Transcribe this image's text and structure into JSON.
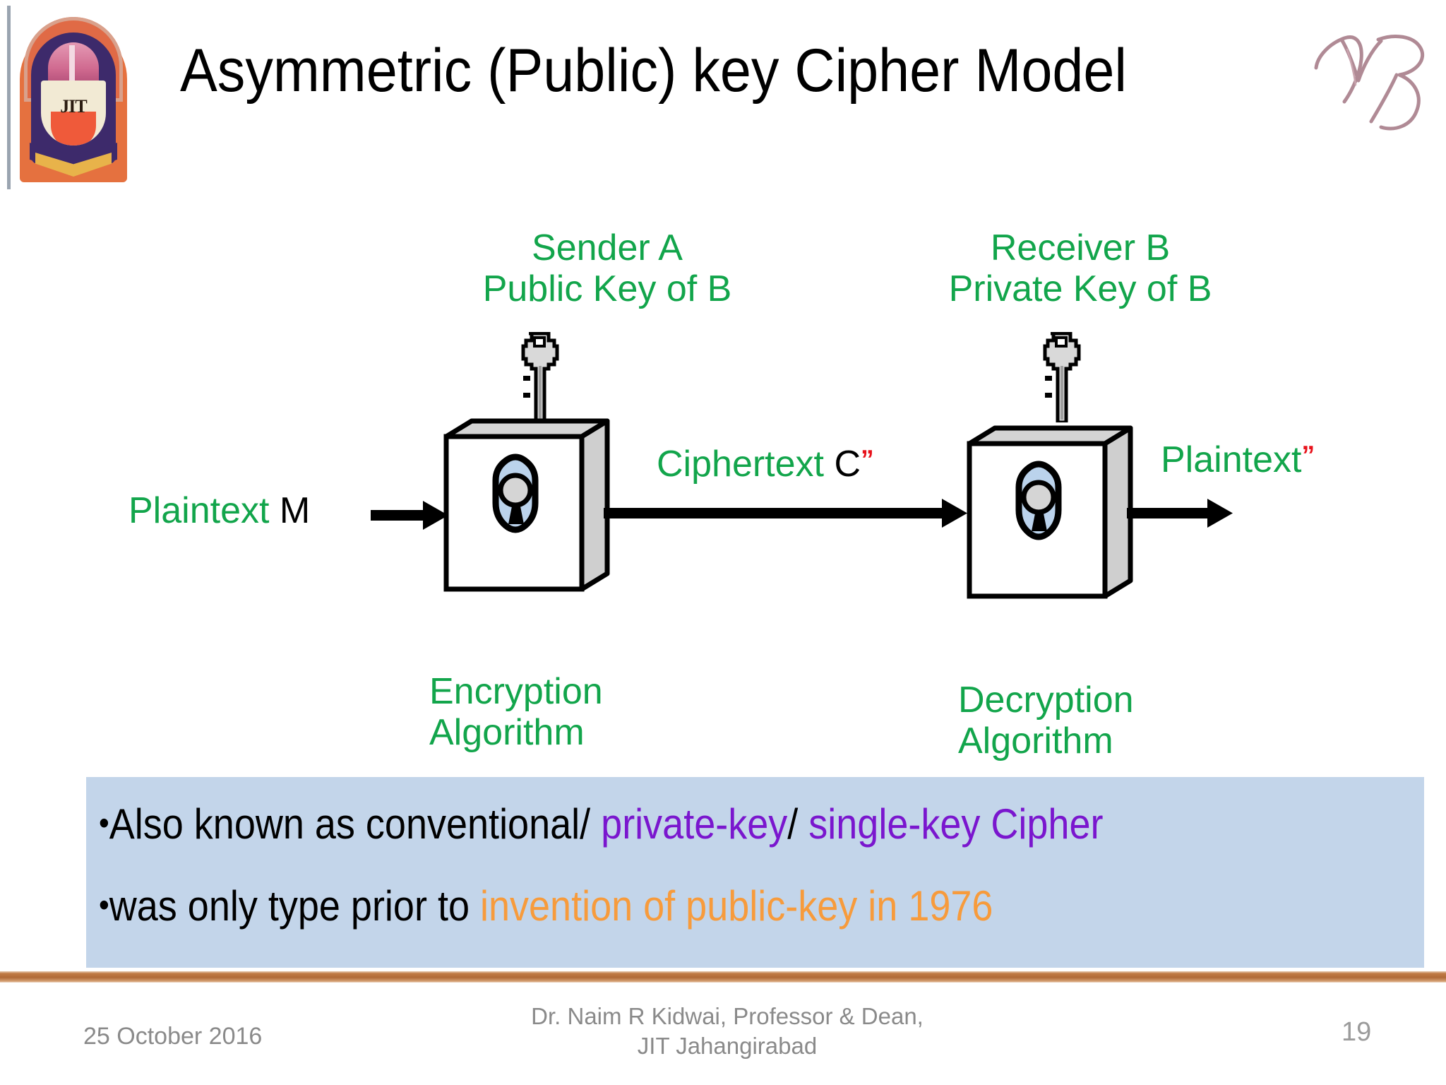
{
  "slide": {
    "title": "Asymmetric (Public) key Cipher Model",
    "logo_alt": "JIT crest logo",
    "logo_text": "JIT",
    "signature_alt": "handwritten NR signature"
  },
  "diagram": {
    "sender_label": "Sender  A\nPublic Key of B",
    "receiver_label": "Receiver B\nPrivate Key of B",
    "plaintext_in_green": "Plaintext ",
    "plaintext_in_symbol": "M",
    "ciphertext_green": "Ciphertext ",
    "ciphertext_symbol": "C",
    "ciphertext_quote": "”",
    "plaintext_out_green": "Plaintext",
    "plaintext_out_quote": "”",
    "encryption_label": "Encryption\nAlgorithm",
    "decryption_label": "Decryption\nAlgorithm",
    "key_icon_name": "key-icon",
    "box_icon_name": "lock-box-icon",
    "colors": {
      "green": "#12A54B",
      "red_quote": "#E8121B",
      "box_face": "#FFFFFF",
      "box_shade": "#D6D6D6",
      "keyhole_blue": "#BBD3EC",
      "arrow": "#000000"
    }
  },
  "bullets": {
    "panel_color": "#C3D5EA",
    "items": [
      {
        "marker": "•",
        "runs": [
          {
            "text": "Also known as conventional/ ",
            "color": "black"
          },
          {
            "text": "private-key",
            "color": "purple"
          },
          {
            "text": "/ ",
            "color": "black"
          },
          {
            "text": "single-key Cipher",
            "color": "purple"
          }
        ]
      },
      {
        "marker": "•",
        "runs": [
          {
            "text": "was only type prior to ",
            "color": "black"
          },
          {
            "text": "invention of public-key in 1976",
            "color": "orange"
          }
        ]
      }
    ],
    "purple_hex": "#7A16CE",
    "orange_hex": "#F79B3C"
  },
  "footer": {
    "date": "25 October 2016",
    "author_line1": "Dr. Naim  R Kidwai, Professor & Dean,",
    "author_line2": "JIT Jahangirabad",
    "page_number": "19",
    "rule_color": "#B06B38"
  }
}
